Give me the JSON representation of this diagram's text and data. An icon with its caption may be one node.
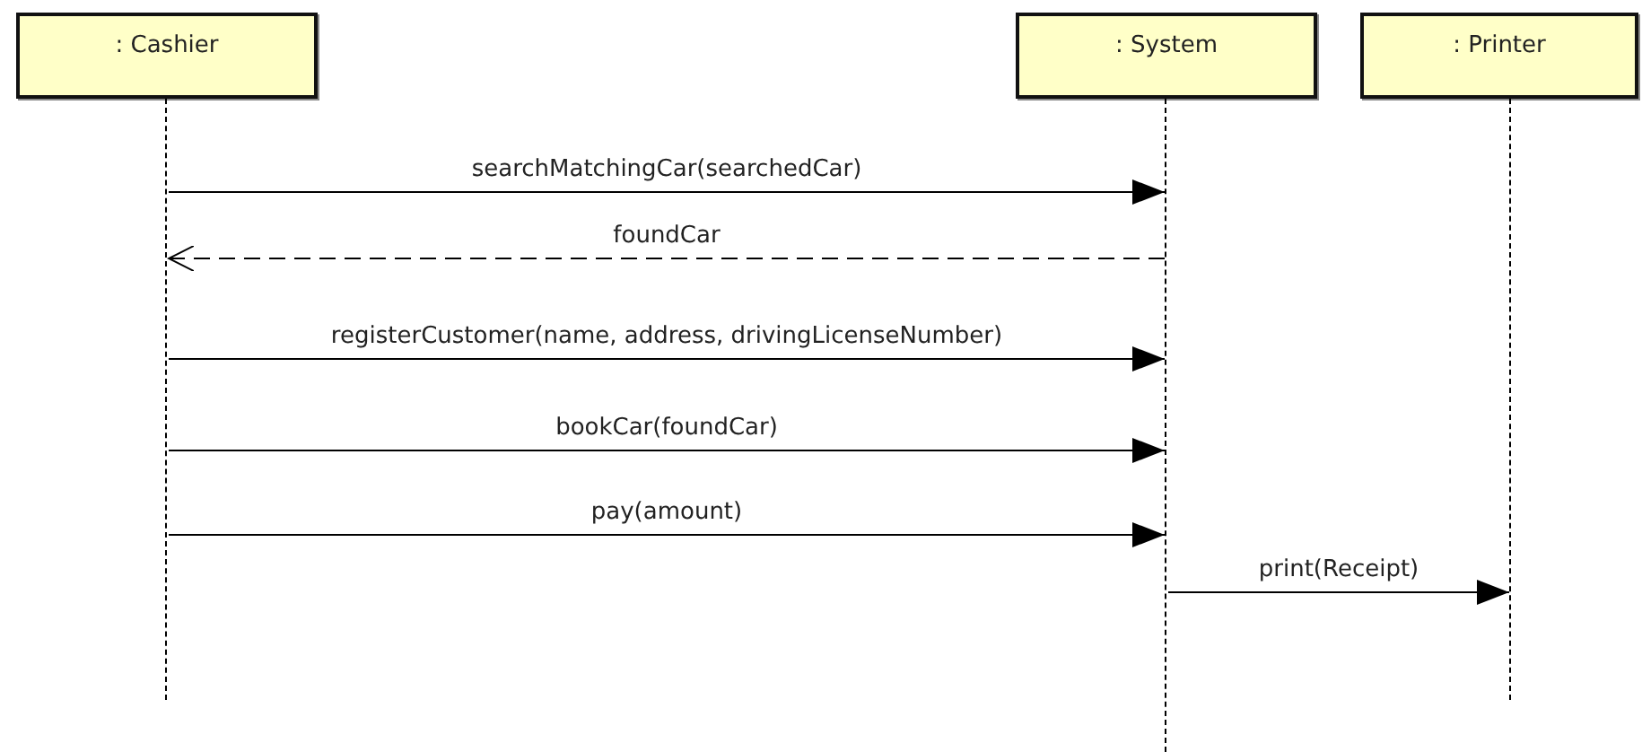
{
  "diagram": {
    "nodes": [
      {
        "text": [
          ": Cashier"
        ]
      },
      {
        "text": [
          ": System"
        ]
      },
      {
        "text": [
          ": Printer"
        ]
      },
      {
        "text": [],
        "shape": "line"
      },
      {
        "text": [],
        "shape": "line"
      },
      {
        "text": [],
        "shape": "line"
      }
    ],
    "edges": [
      {
        "from": 3,
        "to": 4,
        "arrow": "to",
        "label": "searchMatchingCar(searchedCar)"
      },
      {
        "from": 4,
        "to": 3,
        "arrow": "to",
        "label": "foundCar",
        "style": "dashed"
      },
      {
        "from": 3,
        "to": 4,
        "arrow": "to",
        "label": "registerCustomer(name, address, drivingLicenseNumber)"
      },
      {
        "from": 3,
        "to": 4,
        "arrow": "to",
        "label": "bookCar(foundCar)"
      },
      {
        "from": 3,
        "to": 4,
        "arrow": "to",
        "label": "pay(amount)"
      },
      {
        "from": 4,
        "to": 5,
        "arrow": "to",
        "label": "print(Receipt)"
      }
    ]
  }
}
